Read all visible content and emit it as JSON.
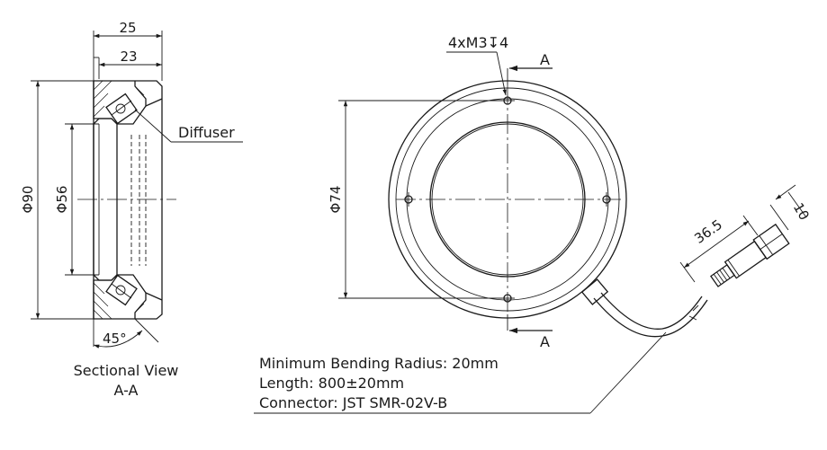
{
  "sectional_view": {
    "dim_overall_width": "25",
    "dim_inner_width": "23",
    "dim_outer_diameter": "Φ90",
    "dim_inner_diameter": "Φ56",
    "diffuser_label": "Diffuser",
    "angle_label": "45°",
    "caption_line1": "Sectional View",
    "caption_line2": "A-A"
  },
  "front_view": {
    "hole_callout": "4xM3↧4",
    "section_mark_top": "A",
    "section_mark_bottom": "A",
    "dim_hole_pitch": "Φ74",
    "dim_connector_length": "36.5",
    "dim_connector_width": "10"
  },
  "notes": {
    "bending_radius": "Minimum Bending Radius: 20mm",
    "length": "Length: 800±20mm",
    "connector": "Connector: JST SMR-02V-B"
  }
}
